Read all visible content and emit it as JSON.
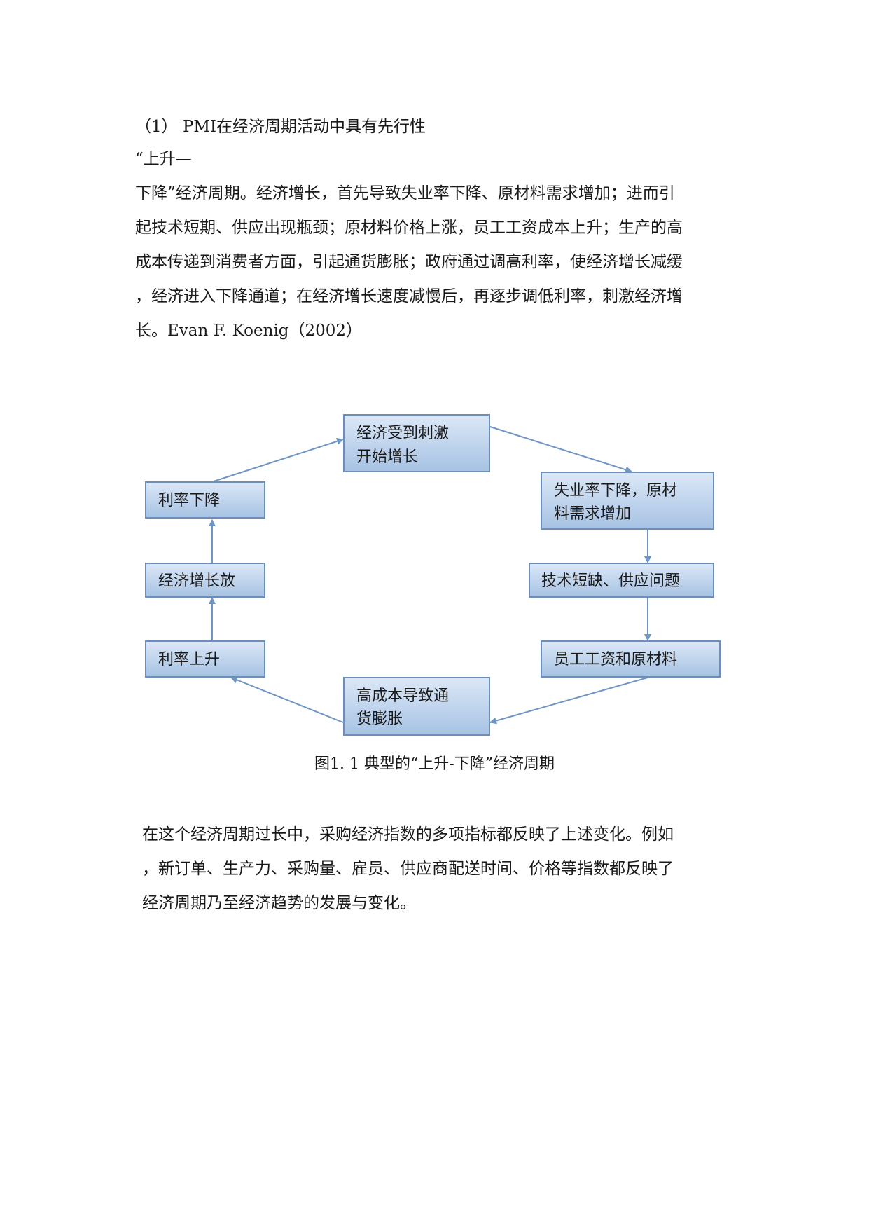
{
  "heading": "（1） PMI在经济周期活动中具有先行性",
  "paragraph1": {
    "lines": [
      "“上升—",
      "下降”经济周期。经济增长，首先导致失业率下降、原材料需求增加；进而引",
      "起技术短期、供应出现瓶颈；原材料价格上涨，员工工资成本上升；生产的高",
      "成本传递到消费者方面，引起通货膨胀；政府通过调高利率，使经济增长减缓",
      "，经济进入下降通道；在经济增长速度减慢后，再逐步调低利率，刺激经济增",
      "长。Evan F. Koenig（2002）"
    ]
  },
  "diagram": {
    "boxes": {
      "top": [
        "经济受到刺激",
        "开始增长"
      ],
      "right1": [
        "失业率下降，原材",
        "料需求增加"
      ],
      "right2": [
        "技术短缺、供应问题"
      ],
      "right3": [
        "员工工资和原材料"
      ],
      "bottom": [
        "高成本导致通",
        "货膨胀"
      ],
      "left3": [
        "利率上升"
      ],
      "left2": [
        "经济增长放"
      ],
      "left1": [
        "利率下降"
      ]
    },
    "caption": "图1. 1 典型的“上升-下降”经济周期"
  },
  "paragraph2": {
    "lines": [
      "在这个经济周期过长中，采购经济指数的多项指标都反映了上述变化。例如",
      "，新订单、生产力、采购量、雇员、供应商配送时间、价格等指数都反映了",
      "经济周期乃至经济趋势的发展与变化。"
    ]
  },
  "colors": {
    "box_fill_top": "#dce8f7",
    "box_fill_bottom": "#a6c2e3",
    "box_border": "#6b8fbc",
    "arrow": "#6f95c4"
  }
}
